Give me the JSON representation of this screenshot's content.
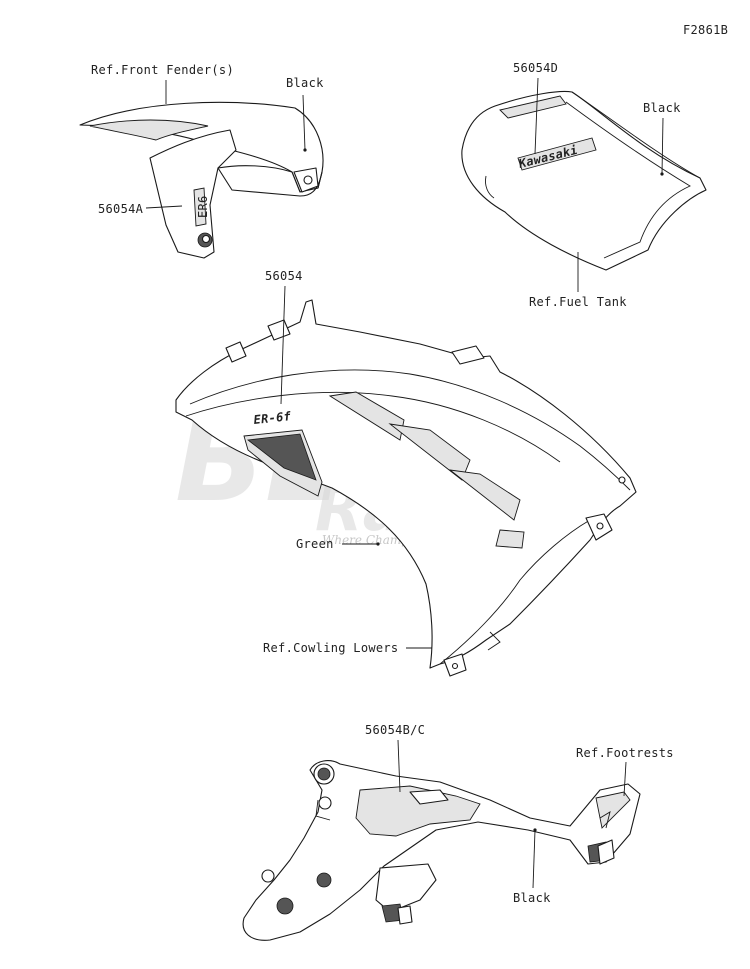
{
  "figure_code": "F2861B",
  "watermark": {
    "brand": "BERG",
    "sub": "Racing",
    "tagline": "Where Champions are made"
  },
  "labels": {
    "ref_front_fender": "Ref.Front Fender(s)",
    "black_fender": "Black",
    "part_56054A": "56054A",
    "part_56054D": "56054D",
    "black_tank": "Black",
    "ref_fuel_tank": "Ref.Fuel Tank",
    "part_56054": "56054",
    "green": "Green",
    "ref_cowling_lowers": "Ref.Cowling Lowers",
    "part_56054BC": "56054B/C",
    "ref_footrests": "Ref.Footrests",
    "black_footrest": "Black"
  },
  "decal_text": {
    "tank_logo": "Kawasaki",
    "cowl_logo": "ER-6f",
    "fender_logo": "ER6"
  }
}
